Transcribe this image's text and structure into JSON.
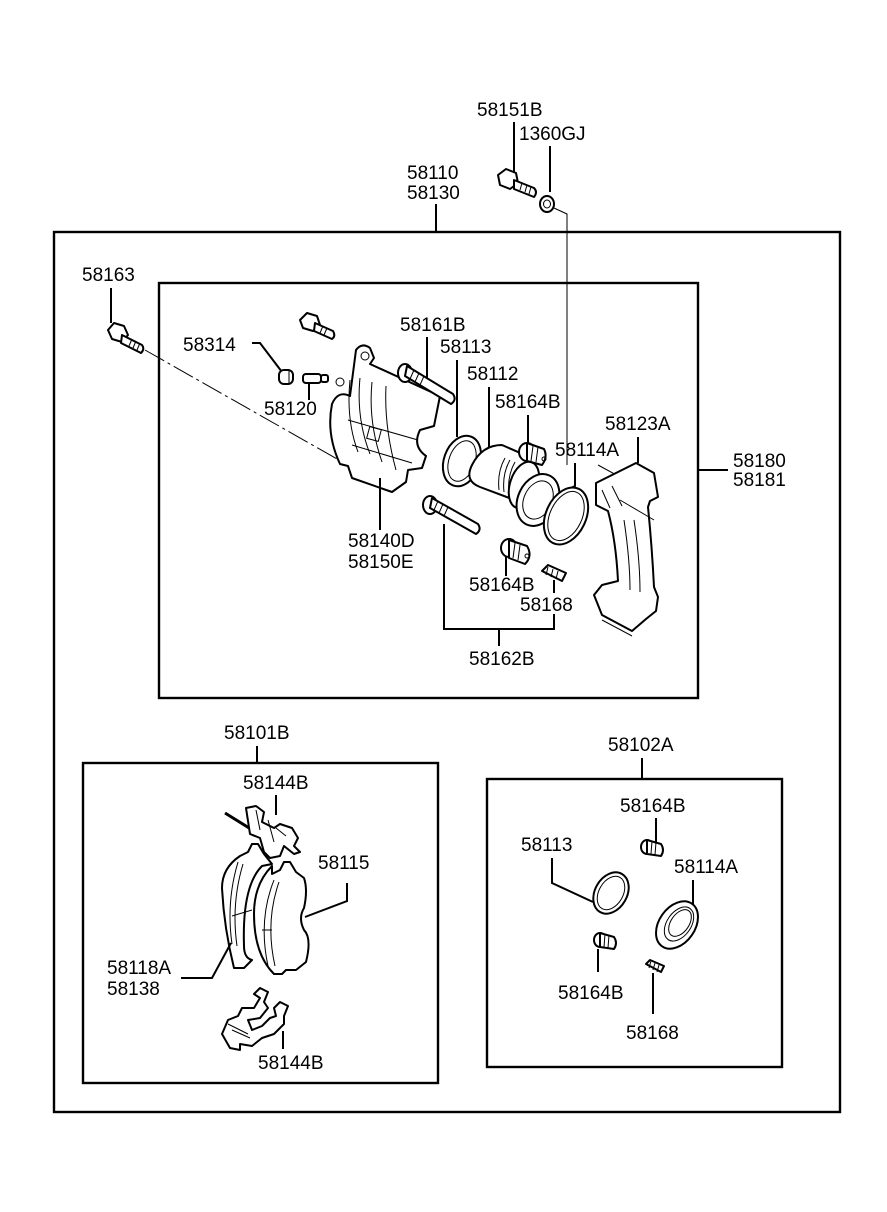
{
  "diagram": {
    "title": "Front brake caliper exploded parts diagram",
    "colors": {
      "line": "#000000",
      "background": "#ffffff"
    },
    "assembly_label": {
      "line1": "58110",
      "line2": "58130"
    },
    "caliper_box_label": {
      "line1": "58180",
      "line2": "58181"
    },
    "labels": {
      "bolt_top": "58151B",
      "washer_top": "1360GJ",
      "guide_bolt": "58163",
      "bleeder_cap": "58314",
      "bleeder_screw": "58120",
      "guide_pin_upper": "58161B",
      "piston_seal": "58113",
      "piston": "58112",
      "boot_upper": "58164B",
      "piston_boot": "58114A",
      "carrier": "58123A",
      "caliper_housing": {
        "line1": "58140D",
        "line2": "58150E"
      },
      "boot_lower": "58164B",
      "bushing": "58168",
      "guide_pin_kit": "58162B"
    },
    "pad_kit": {
      "label": "58101B",
      "clip_top": "58144B",
      "pad_outer": "58115",
      "pad_inner": {
        "line1": "58118A",
        "line2": "58138"
      },
      "clip_bottom": "58144B"
    },
    "seal_kit": {
      "label": "58102A",
      "boot_top": "58164B",
      "seal": "58113",
      "piston_boot": "58114A",
      "boot_bottom": "58164B",
      "bushing": "58168"
    }
  }
}
